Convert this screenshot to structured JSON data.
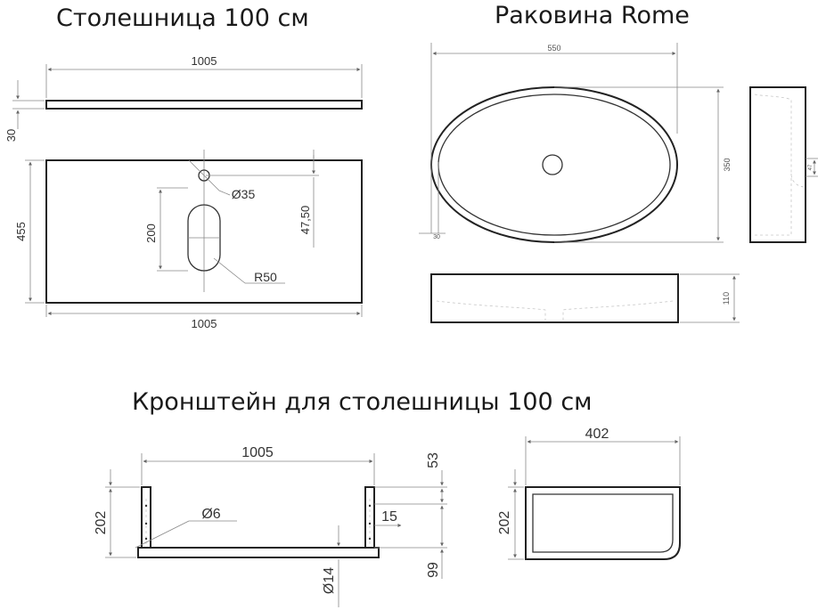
{
  "titles": {
    "countertop": "Столешница 100 см",
    "sink": "Раковина Rome",
    "bracket": "Кронштейн для столешницы 100 см"
  },
  "countertop": {
    "top_width": "1005",
    "thickness": "30",
    "depth": "455",
    "bottom_width": "1005",
    "hole_label": "Ø35",
    "hole_offset": "47,50",
    "slot_length": "200",
    "slot_radius": "R50"
  },
  "sink": {
    "width": "550",
    "height": "350",
    "rim": "30",
    "depth": "110",
    "side_detail": "47"
  },
  "bracket": {
    "width": "1005",
    "height": "202",
    "rod_label": "Ø6",
    "top_offset": "53",
    "gap": "15",
    "bottom_offset": "99",
    "bar_label": "Ø14",
    "side_width": "402",
    "side_height": "202"
  },
  "colors": {
    "line": "#222222",
    "dimension": "#888888",
    "text": "#333333"
  }
}
